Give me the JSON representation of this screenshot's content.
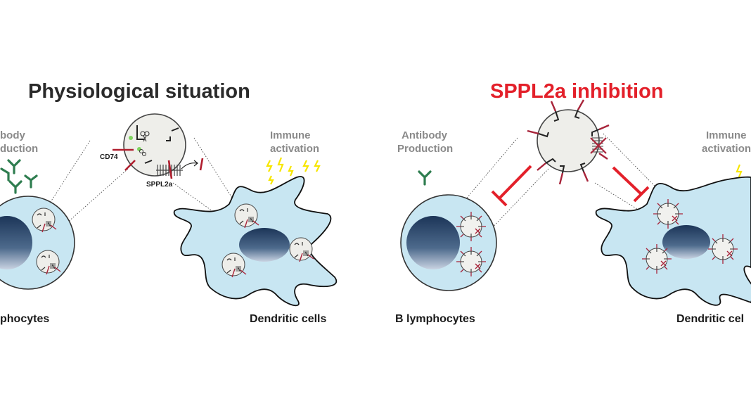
{
  "left_panel": {
    "title": "Physiological situation",
    "antibody_label_line1": "body",
    "antibody_label_line2": "duction",
    "immune_label_line1": "Immune",
    "immune_label_line2": "activation",
    "cd74_label": "CD74",
    "sppl2a_label": "SPPL2a",
    "b_cell_label": "phocytes",
    "dendritic_label": "Dendritic cells"
  },
  "right_panel": {
    "title": "SPPL2a inhibition",
    "antibody_label_line1": "Antibody",
    "antibody_label_line2": "Production",
    "immune_label_line1": "Immune",
    "immune_label_line2": "activation",
    "b_cell_label": "B lymphocytes",
    "dendritic_label": "Dendritic cel"
  },
  "colors": {
    "title_dark": "#2a2a2a",
    "title_red": "#e3202a",
    "cell_fill": "#c8e6f2",
    "nucleus_dark": "#1e3a5f",
    "vesicle_fill": "#eeeeea",
    "antibody_green": "#2e7d4f",
    "lightning_yellow": "#f7e600",
    "inhibition_red": "#e3202a",
    "cd74_red": "#b01e2e"
  },
  "icons": [
    "antibody-icon",
    "lightning-icon",
    "vesicle-icon",
    "inhibition-arrow-icon",
    "scissors-icon"
  ]
}
